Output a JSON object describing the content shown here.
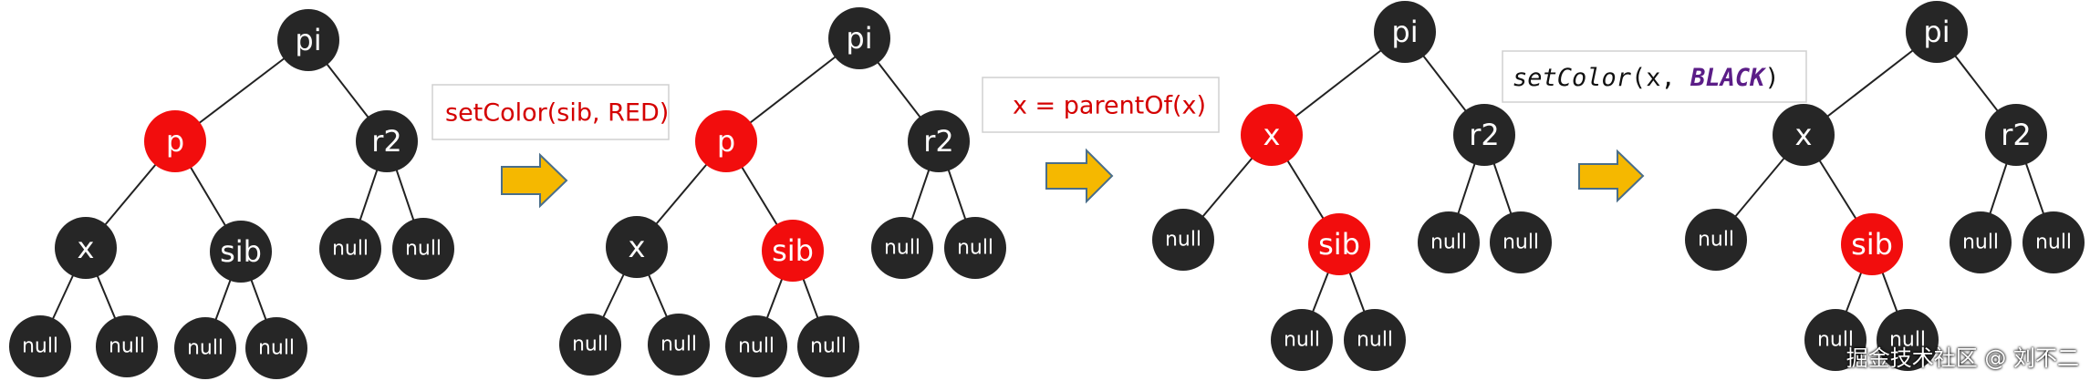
{
  "colors": {
    "black_node": "#262626",
    "red_node": "#f20d0d",
    "arrow": "#f5b800",
    "op_text": "#d40000",
    "keyword": "#5b1d87"
  },
  "steps": [
    {
      "nodes": [
        {
          "id": "pi",
          "label": "pi",
          "color": "black"
        },
        {
          "id": "p",
          "label": "p",
          "color": "red"
        },
        {
          "id": "r2",
          "label": "r2",
          "color": "black"
        },
        {
          "id": "x",
          "label": "x",
          "color": "black"
        },
        {
          "id": "sib",
          "label": "sib",
          "color": "black"
        },
        {
          "id": "n1",
          "label": "null",
          "color": "black"
        },
        {
          "id": "n2",
          "label": "null",
          "color": "black"
        },
        {
          "id": "n3",
          "label": "null",
          "color": "black"
        },
        {
          "id": "n4",
          "label": "null",
          "color": "black"
        },
        {
          "id": "n5",
          "label": "null",
          "color": "black"
        },
        {
          "id": "n6",
          "label": "null",
          "color": "black"
        }
      ],
      "edges": [
        [
          "pi",
          "p"
        ],
        [
          "pi",
          "r2"
        ],
        [
          "p",
          "x"
        ],
        [
          "p",
          "sib"
        ],
        [
          "r2",
          "n5"
        ],
        [
          "r2",
          "n6"
        ],
        [
          "x",
          "n1"
        ],
        [
          "x",
          "n2"
        ],
        [
          "sib",
          "n3"
        ],
        [
          "sib",
          "n4"
        ]
      ]
    },
    {
      "nodes": [
        {
          "id": "pi",
          "label": "pi",
          "color": "black"
        },
        {
          "id": "p",
          "label": "p",
          "color": "red"
        },
        {
          "id": "r2",
          "label": "r2",
          "color": "black"
        },
        {
          "id": "x",
          "label": "x",
          "color": "black"
        },
        {
          "id": "sib",
          "label": "sib",
          "color": "red"
        },
        {
          "id": "n1",
          "label": "null",
          "color": "black"
        },
        {
          "id": "n2",
          "label": "null",
          "color": "black"
        },
        {
          "id": "n3",
          "label": "null",
          "color": "black"
        },
        {
          "id": "n4",
          "label": "null",
          "color": "black"
        },
        {
          "id": "n5",
          "label": "null",
          "color": "black"
        },
        {
          "id": "n6",
          "label": "null",
          "color": "black"
        }
      ],
      "edges": [
        [
          "pi",
          "p"
        ],
        [
          "pi",
          "r2"
        ],
        [
          "p",
          "x"
        ],
        [
          "p",
          "sib"
        ],
        [
          "r2",
          "n5"
        ],
        [
          "r2",
          "n6"
        ],
        [
          "x",
          "n1"
        ],
        [
          "x",
          "n2"
        ],
        [
          "sib",
          "n3"
        ],
        [
          "sib",
          "n4"
        ]
      ]
    },
    {
      "nodes": [
        {
          "id": "pi",
          "label": "pi",
          "color": "black"
        },
        {
          "id": "x",
          "label": "x",
          "color": "red"
        },
        {
          "id": "r2",
          "label": "r2",
          "color": "black"
        },
        {
          "id": "n1",
          "label": "null",
          "color": "black"
        },
        {
          "id": "sib",
          "label": "sib",
          "color": "red"
        },
        {
          "id": "n2",
          "label": "null",
          "color": "black"
        },
        {
          "id": "n3",
          "label": "null",
          "color": "black"
        },
        {
          "id": "n5",
          "label": "null",
          "color": "black"
        },
        {
          "id": "n6",
          "label": "null",
          "color": "black"
        }
      ],
      "edges": [
        [
          "pi",
          "x"
        ],
        [
          "pi",
          "r2"
        ],
        [
          "x",
          "n1"
        ],
        [
          "x",
          "sib"
        ],
        [
          "sib",
          "n2"
        ],
        [
          "sib",
          "n3"
        ],
        [
          "r2",
          "n5"
        ],
        [
          "r2",
          "n6"
        ]
      ]
    },
    {
      "nodes": [
        {
          "id": "pi",
          "label": "pi",
          "color": "black"
        },
        {
          "id": "x",
          "label": "x",
          "color": "black"
        },
        {
          "id": "r2",
          "label": "r2",
          "color": "black"
        },
        {
          "id": "n1",
          "label": "null",
          "color": "black"
        },
        {
          "id": "sib",
          "label": "sib",
          "color": "red"
        },
        {
          "id": "n2",
          "label": "null",
          "color": "black"
        },
        {
          "id": "n3",
          "label": "null",
          "color": "black"
        },
        {
          "id": "n5",
          "label": "null",
          "color": "black"
        },
        {
          "id": "n6",
          "label": "null",
          "color": "black"
        }
      ],
      "edges": [
        [
          "pi",
          "x"
        ],
        [
          "pi",
          "r2"
        ],
        [
          "x",
          "n1"
        ],
        [
          "x",
          "sib"
        ],
        [
          "sib",
          "n2"
        ],
        [
          "sib",
          "n3"
        ],
        [
          "r2",
          "n5"
        ],
        [
          "r2",
          "n6"
        ]
      ]
    }
  ],
  "operations": [
    {
      "text": "setColor(sib, RED)"
    },
    {
      "text": "x = parentOf(x)"
    },
    {
      "func": "setColor",
      "open": "(x, ",
      "keyword": "BLACK",
      "close": ")"
    }
  ],
  "watermark": "掘金技术社区 @ 刘不二"
}
